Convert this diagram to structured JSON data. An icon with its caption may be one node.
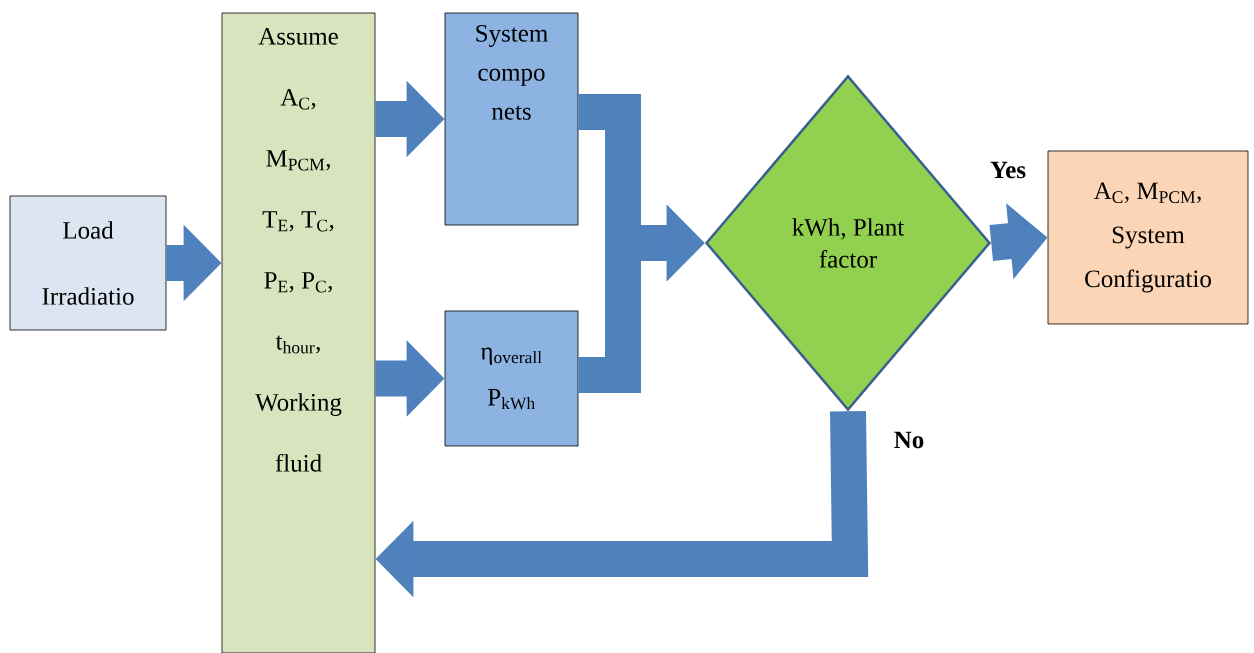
{
  "diagram": {
    "nodes": [
      {
        "text": [
          "Load Irradiatio"
        ]
      },
      {
        "text": [
          "Assume",
          "A$_{C}$,",
          "M$_{PCM}$,",
          "T$_{E}$, T$_{C}$,",
          "P$_{E}$, P$_{C}$,",
          "t$_{hour}$,",
          "Working fluid"
        ]
      },
      {
        "text": [
          "System compo nets"
        ]
      },
      {
        "text": [
          "η$_{overall}$",
          "P$_{kWh}$"
        ]
      },
      {
        "text": [
          "kWh, Plant factor"
        ]
      },
      {
        "text": [
          "A$_{C}$, M$_{PCM}$,",
          "System Configuratio"
        ]
      }
    ],
    "edges": [
      {
        "from": 0,
        "to": 1,
        "arrow": "to"
      },
      {
        "from": 1,
        "to": 2,
        "arrow": "to"
      },
      {
        "from": 1,
        "to": 3,
        "arrow": "to"
      },
      {
        "from": 2,
        "to": 4,
        "arrow": "to"
      },
      {
        "from": 3,
        "to": 4,
        "arrow": "to"
      },
      {
        "from": 4,
        "to": 5,
        "arrow": "to",
        "label": "Yes"
      },
      {
        "from": 4,
        "to": 1,
        "arrow": "to",
        "label": "No"
      }
    ]
  }
}
